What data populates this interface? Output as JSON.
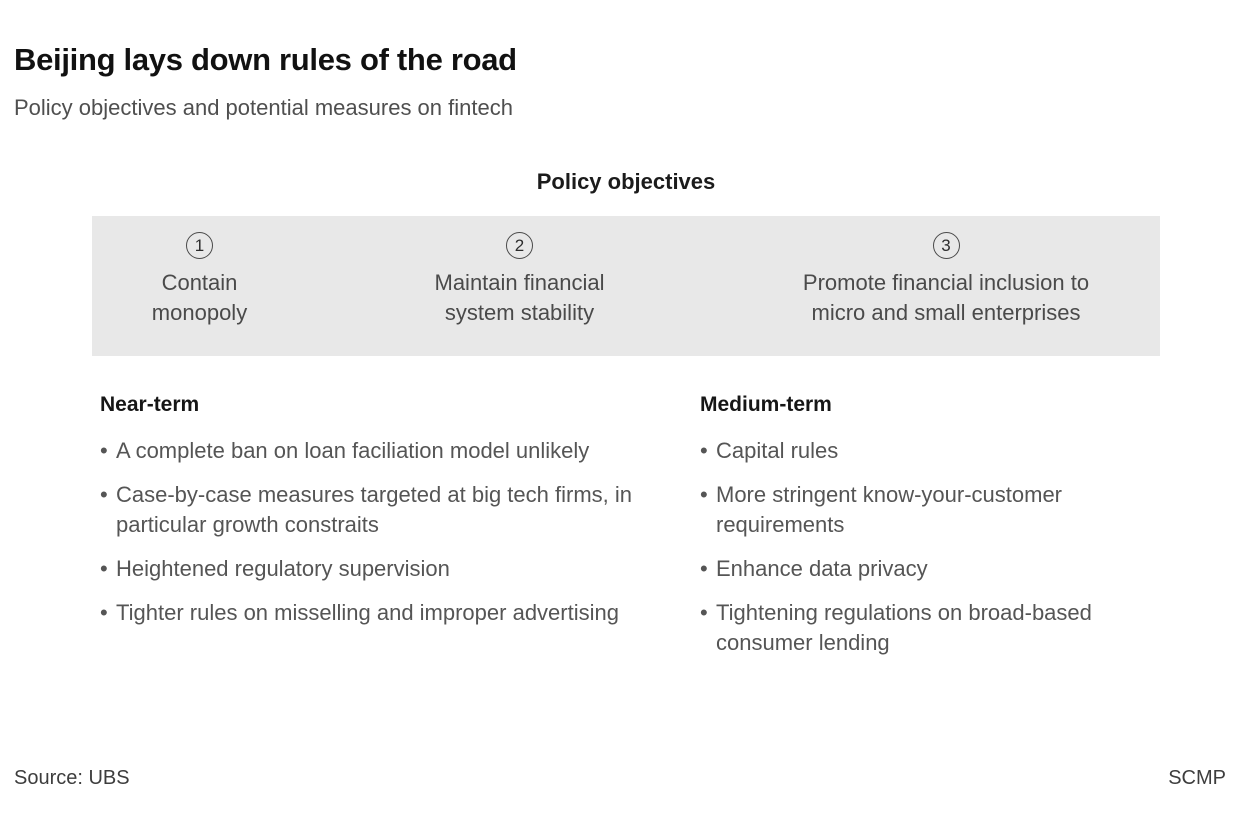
{
  "header": {
    "title": "Beijing lays down rules of the road",
    "subtitle": "Policy objectives and potential measures on fintech"
  },
  "objectives_section": {
    "heading": "Policy objectives",
    "band_color": "#e8e8e8",
    "items": [
      {
        "number": "1",
        "label": "Contain\nmonopoly",
        "line1": "Contain",
        "line2": "monopoly"
      },
      {
        "number": "2",
        "label": "Maintain financial system stability",
        "line1": "Maintain financial",
        "line2": "system stability"
      },
      {
        "number": "3",
        "label": "Promote financial inclusion to micro and small enterprises",
        "line1": "Promote financial inclusion to",
        "line2": "micro and small enterprises"
      }
    ]
  },
  "measures": {
    "near_term": {
      "heading": "Near-term",
      "bullet_glyph": "•",
      "items": [
        "A complete ban on loan faciliation model unlikely",
        "Case-by-case measures targeted at big tech firms, in particular growth constraits",
        "Heightened regulatory supervision",
        "Tighter rules on misselling and improper advertising"
      ]
    },
    "medium_term": {
      "heading": "Medium-term",
      "bullet_glyph": "•",
      "items": [
        "Capital rules",
        "More stringent know-your-customer requirements",
        "Enhance data privacy",
        "Tightening regulations on broad-based consumer lending"
      ]
    }
  },
  "footer": {
    "source": "Source: UBS",
    "credit": "SCMP"
  }
}
